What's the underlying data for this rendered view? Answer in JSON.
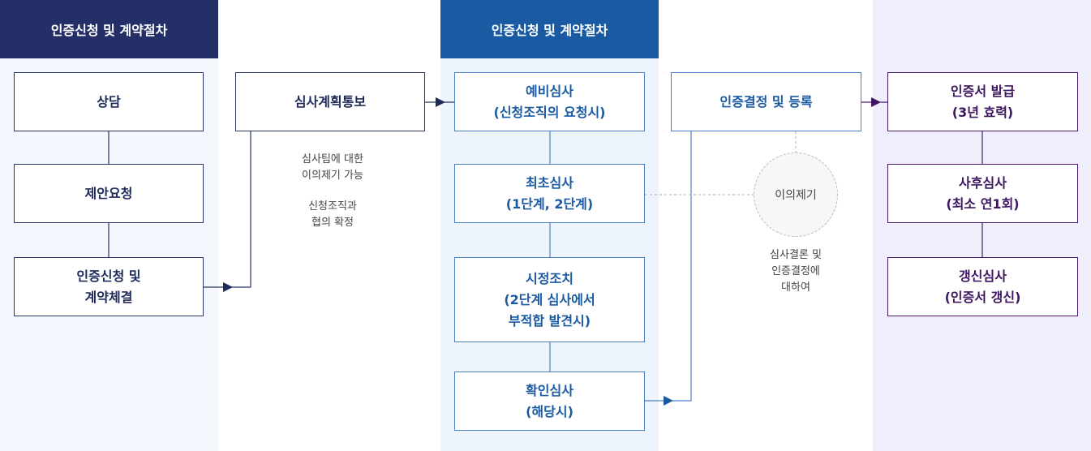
{
  "headers": {
    "left": "인증신청 및 계약절차",
    "middle": "인증신청 및 계약절차"
  },
  "col1": [
    {
      "l1": "상담"
    },
    {
      "l1": "제안요청"
    },
    {
      "l1": "인증신청 및",
      "l2": "계약체결"
    }
  ],
  "col2": {
    "box": "심사계획통보",
    "notes": [
      "심사팀에 대한",
      "이의제기 가능",
      "신청조직과",
      "협의 확정"
    ]
  },
  "col3": [
    {
      "l1": "예비심사",
      "l2": "(신청조직의 요청시)"
    },
    {
      "l1": "최초심사",
      "l2": "(1단계, 2단계)"
    },
    {
      "l1": "시정조치",
      "l2": "(2단계 심사에서",
      "l3": "부적합 발견시)"
    },
    {
      "l1": "확인심사",
      "l2": "(해당시)"
    }
  ],
  "col4": {
    "box": "인증결정 및 등록",
    "circle": "이의제기",
    "notes": [
      "심사결론 및",
      "인증결정에",
      "대하여"
    ]
  },
  "col5": [
    {
      "l1": "인증서 발급",
      "l2": "(3년 효력)"
    },
    {
      "l1": "사후심사",
      "l2": "(최소 연1회)"
    },
    {
      "l1": "갱신심사",
      "l2": "(인증서 갱신)"
    }
  ]
}
